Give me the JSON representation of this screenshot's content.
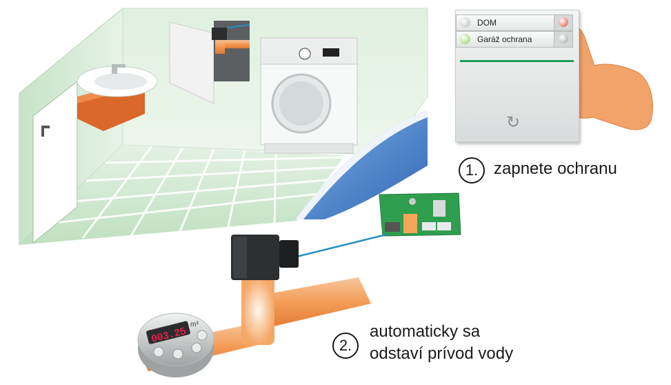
{
  "control_panel": {
    "rows": [
      {
        "label": "DOM",
        "lamp_color": "#b8bcbc",
        "button_color": "#e8433a"
      },
      {
        "label": "Garáž ochrana",
        "lamp_color": "#8fd14f",
        "button_color": "#9ea2a2"
      }
    ],
    "accent_line_color": "#17a05a",
    "refresh_icon": "refresh-icon"
  },
  "steps": [
    {
      "number": "1.",
      "lines": [
        "zapnete ochranu"
      ]
    },
    {
      "number": "2.",
      "lines": [
        "automaticky sa",
        "odstaví prívod vody"
      ]
    }
  ],
  "water_meter": {
    "reading": "003.25",
    "unit": "m³"
  },
  "colors": {
    "wall": "#d9ecd9",
    "floor": "#cfe6cf",
    "pipe": "#f2a162",
    "water": "#3d7fc9",
    "cable": "#2a8fbf",
    "board": "#2f9e4f"
  }
}
